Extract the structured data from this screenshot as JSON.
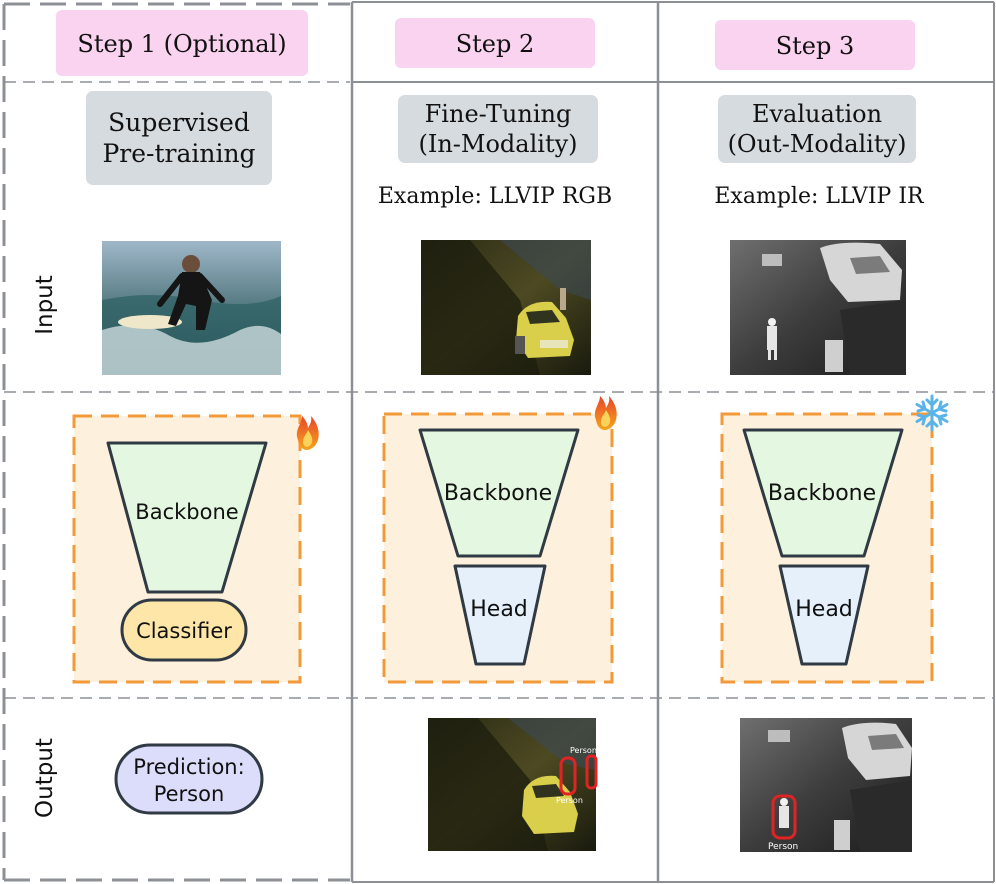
{
  "steps": {
    "step1": "Step 1 (Optional)",
    "step2": "Step 2",
    "step3": "Step 3"
  },
  "stages": {
    "col1_line1": "Supervised",
    "col1_line2": "Pre-training",
    "col2_line1": "Fine-Tuning",
    "col2_line2": "(In-Modality)",
    "col3_line1": "Evaluation",
    "col3_line2": "(Out-Modality)"
  },
  "examples": {
    "col2": "Example: LLVIP RGB",
    "col3": "Example: LLVIP IR"
  },
  "row_labels": {
    "input": "Input",
    "output": "Output"
  },
  "model": {
    "backbone": "Backbone",
    "classifier": "Classifier",
    "head": "Head"
  },
  "prediction": {
    "line1": "Prediction:",
    "line2": "Person"
  },
  "detections": {
    "rgb_person_top": "Person",
    "rgb_person_left": "Person",
    "ir_person": "Person"
  },
  "icons": {
    "trainable": "fire-icon",
    "frozen": "snowflake-icon"
  },
  "colors": {
    "step_bg": "#f9d3ef",
    "stage_bg": "#d6dbe0",
    "model_bg": "#fdf0dc",
    "model_border": "#f29a3a",
    "backbone_fill": "#e4f7e0",
    "head_fill": "#e6f0fb",
    "classifier_fill": "#fde6a8",
    "prediction_fill": "#dcdcfb",
    "detection_box": "#e02424"
  }
}
